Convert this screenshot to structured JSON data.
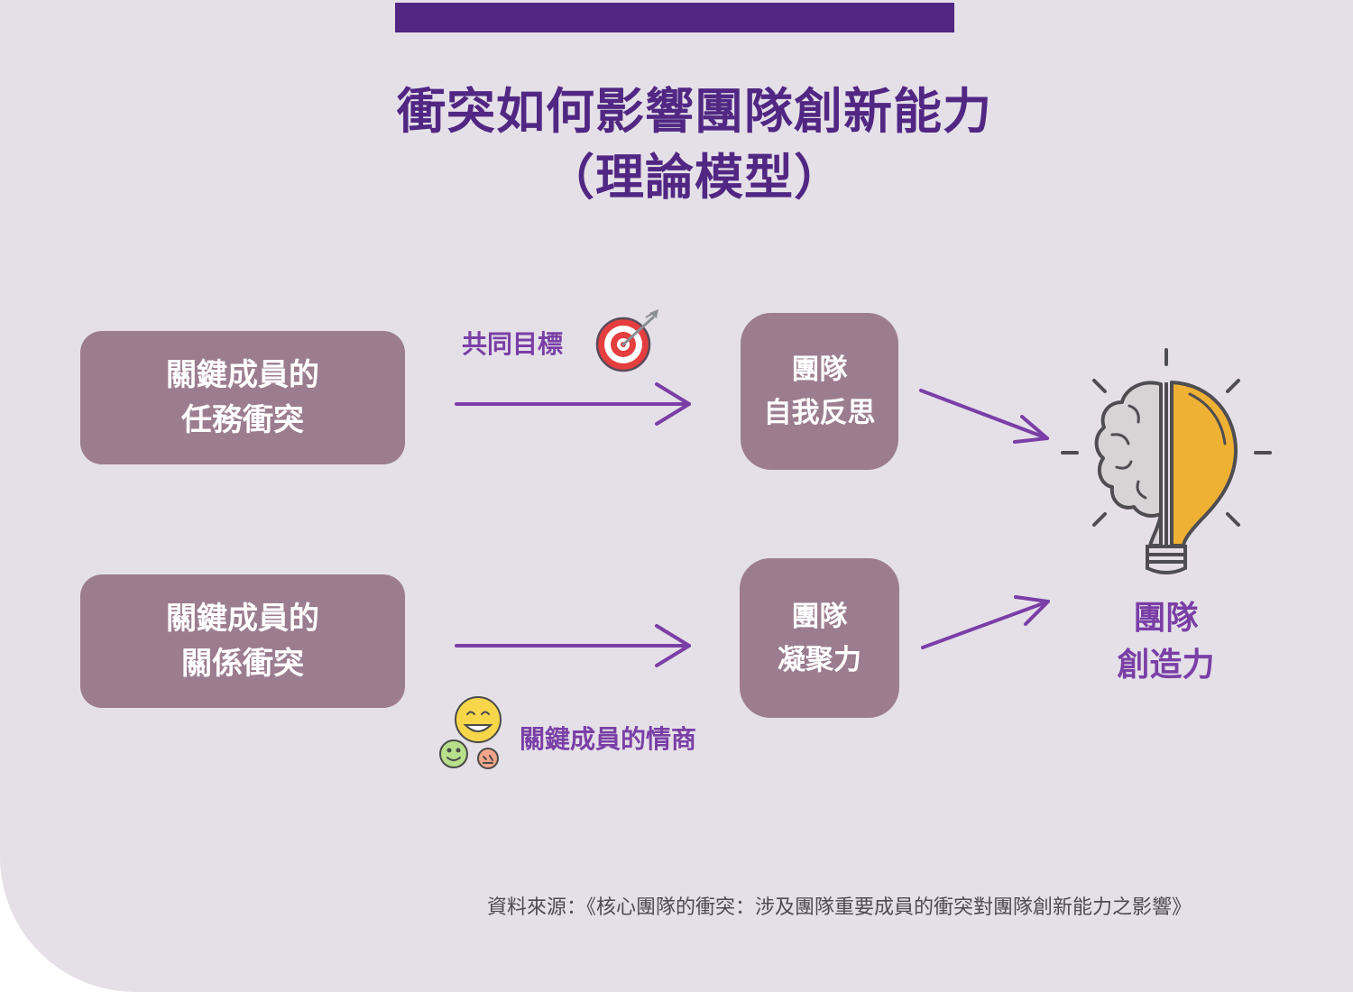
{
  "title": {
    "line1": "衝突如何影響團隊創新能力",
    "line2": "（理論模型）"
  },
  "boxes": {
    "task_conflict": {
      "line1": "關鍵成員的",
      "line2": "任務衝突"
    },
    "relation_conflict": {
      "line1": "關鍵成員的",
      "line2": "關係衝突"
    },
    "reflexivity": {
      "line1": "團隊",
      "line2": "自我反思"
    },
    "cohesion": {
      "line1": "團隊",
      "line2": "凝聚力"
    }
  },
  "moderators": {
    "goal": "共同目標",
    "eq": "關鍵成員的情商"
  },
  "outcome": {
    "line1": "團隊",
    "line2": "創造力"
  },
  "source": "資料來源：《核心團隊的衝突：涉及團隊重要成員的衝突對團隊創新能力之影響》",
  "colors": {
    "accent": "#512783",
    "arrow": "#7a3fa6",
    "box": "#9c7d90",
    "background": "#e5e0e8",
    "bulb": "#efb133",
    "brain": "#d7d4d6"
  },
  "icons": [
    "target-icon",
    "emoji-faces-icon",
    "brain-bulb-icon"
  ]
}
